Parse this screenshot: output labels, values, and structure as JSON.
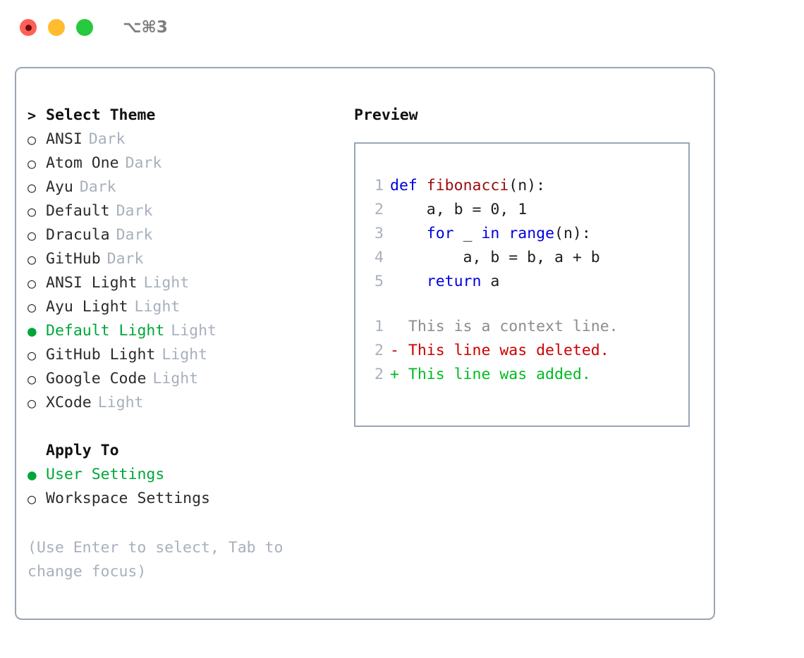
{
  "window": {
    "title": "⌥⌘3",
    "traffic_lights": [
      {
        "name": "close",
        "color": "#ff5f56"
      },
      {
        "name": "minimize",
        "color": "#ffbd2e"
      },
      {
        "name": "maximize",
        "color": "#27c93f"
      }
    ]
  },
  "theme_picker": {
    "header": {
      "prefix": ">",
      "label": "Select Theme"
    },
    "items": [
      {
        "bullet": "○",
        "label": "ANSI",
        "tag": "Dark",
        "selected": false
      },
      {
        "bullet": "○",
        "label": "Atom One",
        "tag": "Dark",
        "selected": false
      },
      {
        "bullet": "○",
        "label": "Ayu",
        "tag": "Dark",
        "selected": false
      },
      {
        "bullet": "○",
        "label": "Default",
        "tag": "Dark",
        "selected": false
      },
      {
        "bullet": "○",
        "label": "Dracula",
        "tag": "Dark",
        "selected": false
      },
      {
        "bullet": "○",
        "label": "GitHub",
        "tag": "Dark",
        "selected": false
      },
      {
        "bullet": "○",
        "label": "ANSI Light",
        "tag": "Light",
        "selected": false
      },
      {
        "bullet": "○",
        "label": "Ayu Light",
        "tag": "Light",
        "selected": false
      },
      {
        "bullet": "●",
        "label": "Default Light",
        "tag": "Light",
        "selected": true
      },
      {
        "bullet": "○",
        "label": "GitHub Light",
        "tag": "Light",
        "selected": false
      },
      {
        "bullet": "○",
        "label": "Google Code",
        "tag": "Light",
        "selected": false
      },
      {
        "bullet": "○",
        "label": "XCode",
        "tag": "Light",
        "selected": false
      }
    ]
  },
  "apply_to": {
    "header": "Apply To",
    "options": [
      {
        "bullet": "●",
        "label": "User Settings",
        "selected": true
      },
      {
        "bullet": "○",
        "label": "Workspace Settings",
        "selected": false
      }
    ]
  },
  "hint": "(Use Enter to select, Tab to change focus)",
  "preview": {
    "title": "Preview",
    "code_lines": [
      {
        "gutter": "1",
        "tokens": [
          {
            "t": "def",
            "k": "kw"
          },
          {
            "t": " ",
            "k": "plain"
          },
          {
            "t": "fibonacci",
            "k": "fn"
          },
          {
            "t": "(n):",
            "k": "plain"
          }
        ]
      },
      {
        "gutter": "2",
        "tokens": [
          {
            "t": "    a, b = 0, 1",
            "k": "plain"
          }
        ]
      },
      {
        "gutter": "3",
        "tokens": [
          {
            "t": "    ",
            "k": "plain"
          },
          {
            "t": "for",
            "k": "kw"
          },
          {
            "t": " _ ",
            "k": "plain"
          },
          {
            "t": "in",
            "k": "kw"
          },
          {
            "t": " ",
            "k": "plain"
          },
          {
            "t": "range",
            "k": "kw"
          },
          {
            "t": "(n):",
            "k": "plain"
          }
        ]
      },
      {
        "gutter": "4",
        "tokens": [
          {
            "t": "        a, b = b, a + b",
            "k": "plain"
          }
        ]
      },
      {
        "gutter": "5",
        "tokens": [
          {
            "t": "    ",
            "k": "plain"
          },
          {
            "t": "return",
            "k": "kw"
          },
          {
            "t": " a",
            "k": "plain"
          }
        ]
      }
    ],
    "diff_lines": [
      {
        "gutter": "1",
        "marker": " ",
        "text": " This is a context line.",
        "kind": "ctx"
      },
      {
        "gutter": "2",
        "marker": "-",
        "text": " This line was deleted.",
        "kind": "del"
      },
      {
        "gutter": "2",
        "marker": "+",
        "text": " This line was added.",
        "kind": "add"
      }
    ]
  },
  "colors": {
    "accent_green": "#00a63a",
    "border": "#9aa5b5",
    "muted": "#a8b0bd",
    "keyword_blue": "#0000e0",
    "function_red": "#9c0b0b",
    "diff_delete": "#cc0000",
    "diff_add": "#00bb22",
    "diff_context": "#8c8c8c"
  }
}
